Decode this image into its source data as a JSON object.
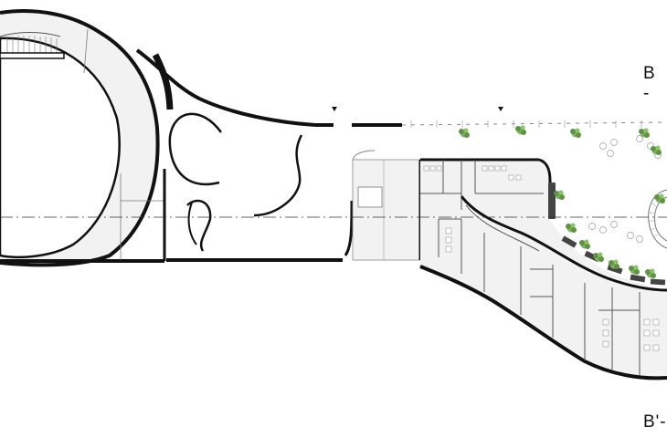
{
  "drawing": {
    "type": "architectural floor plan",
    "section_cut_top_label": "B -",
    "section_cut_bottom_label": "B'-",
    "colors": {
      "wall": "#111111",
      "floor_fill": "#f2f2f2",
      "thin_line": "#8a8a8a",
      "plant": "#6fa052",
      "axis_line": "#333333",
      "background": "#ffffff"
    },
    "icons": [
      "plant-icon",
      "chair-icon",
      "section-arrow-icon"
    ]
  }
}
